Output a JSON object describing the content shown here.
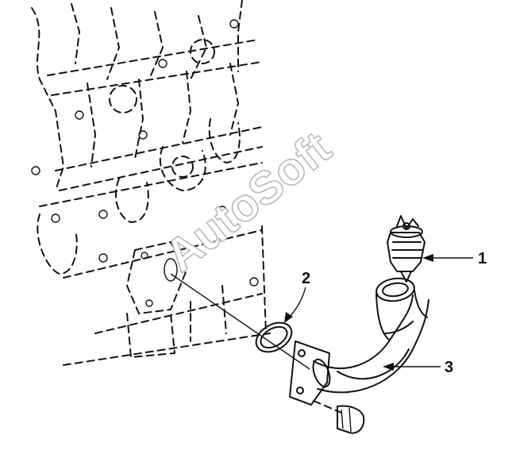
{
  "callouts": {
    "c1": "1",
    "c2": "2",
    "c3": "3"
  },
  "watermark": "AutoSoft",
  "colors": {
    "ink": "#111111",
    "watermark_outline": "#b9b9b9",
    "background": "#ffffff"
  }
}
